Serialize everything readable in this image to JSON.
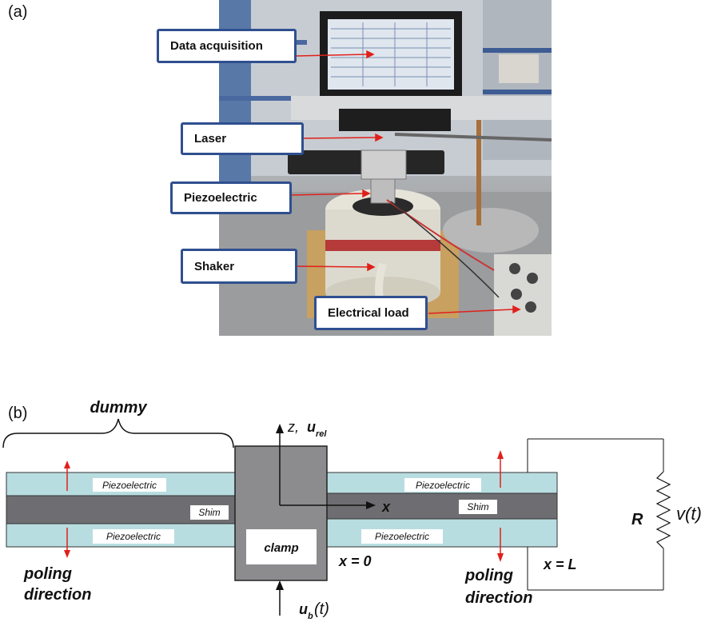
{
  "panel_a": {
    "letter": "(a)",
    "callouts": {
      "data_acquisition": "Data acquisition",
      "laser": "Laser",
      "piezoelectric": "Piezoelectric",
      "shaker": "Shaker",
      "electrical_load": "Electrical load"
    }
  },
  "panel_b": {
    "letter": "(b)",
    "dummy": "dummy",
    "axis_z": "z,",
    "axis_urel_u": "u",
    "axis_urel_sub": "rel",
    "axis_x": "x",
    "layer_piezo_top_left": "Piezoelectric",
    "layer_piezo_bottom_left": "Piezoelectric",
    "layer_shim_left": "Shim",
    "layer_piezo_top_right": "Piezoelectric",
    "layer_piezo_bottom_right": "Piezoelectric",
    "layer_shim_right": "Shim",
    "clamp": "clamp",
    "x_zero": "x = 0",
    "x_L": "x = L",
    "R": "R",
    "voltage": "v(t)",
    "base_u": "u",
    "base_sub": "b",
    "base_t": "(t)",
    "poling_left_1": "poling",
    "poling_left_2": "direction",
    "poling_right_1": "poling",
    "poling_right_2": "direction"
  },
  "colors": {
    "piezo": "#b8dde0",
    "shim": "#6e6e72",
    "clamp": "#8c8c8e",
    "arrow_red": "#e0201a",
    "callout_border": "#2f4f8f"
  }
}
